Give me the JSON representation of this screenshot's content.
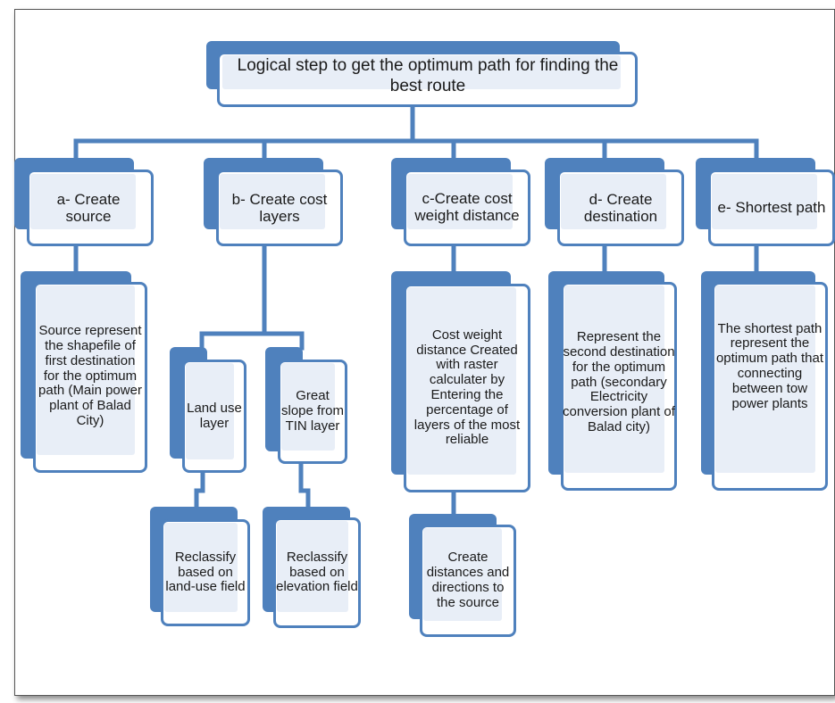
{
  "title": "Logical step to get the optimum path for finding the best route",
  "steps": [
    {
      "header": "a- Create source",
      "details": [
        "Source represent the shapefile of first destination for the optimum path (Main power plant of Balad City)"
      ]
    },
    {
      "header": "b- Create cost layers",
      "details": [
        "Land use layer",
        "Great slope from TIN layer"
      ],
      "subdetails": [
        "Reclassify based on land-use field",
        "Reclassify based on elevation field"
      ]
    },
    {
      "header": "c-Create cost weight distance",
      "details": [
        "Cost weight distance Created with raster calculater by Entering the percentage of layers of the most reliable"
      ],
      "subdetails": [
        "Create distances and directions to the source"
      ]
    },
    {
      "header": "d- Create destination",
      "details": [
        "Represent the second destination for the optimum path (secondary Electricity conversion plant  of Balad city)"
      ]
    },
    {
      "header": "e- Shortest path",
      "details": [
        "The shortest path represent the optimum path that connecting between tow power plants"
      ]
    }
  ],
  "colors": {
    "box_fill": "#4f81bd",
    "box_border": "#4f81bd",
    "connector": "#4f81bd"
  }
}
